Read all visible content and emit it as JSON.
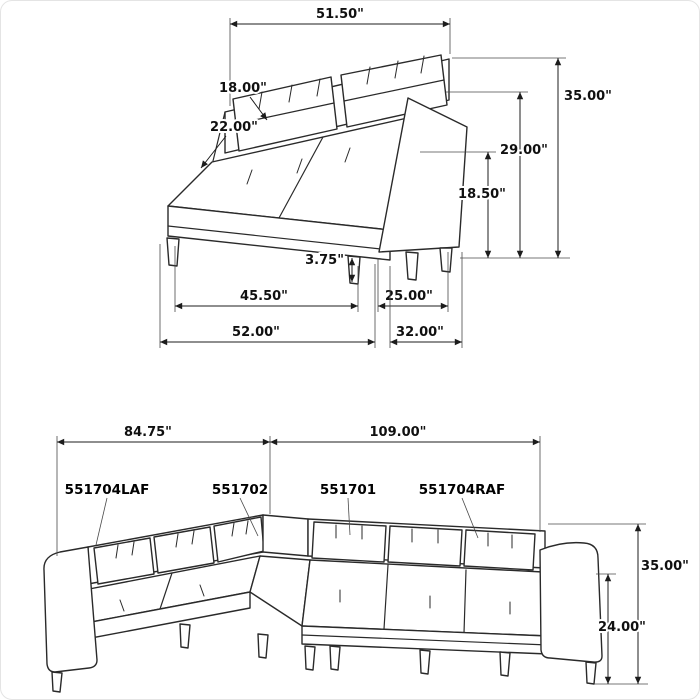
{
  "top_view": {
    "dims": {
      "back_width": "51.50\"",
      "back_cushion": "18.00\"",
      "seat_depth": "22.00\"",
      "overall_height": "35.00\"",
      "back_height": "29.00\"",
      "seat_height": "18.50\"",
      "leg_height": "3.75\"",
      "seat_width": "45.50\"",
      "arm_depth": "25.00\"",
      "overall_width": "52.00\"",
      "overall_depth": "32.00\""
    }
  },
  "bottom_view": {
    "dims": {
      "laf_width": "84.75\"",
      "raf_width": "109.00\"",
      "overall_height": "35.00\"",
      "arm_height": "24.00\""
    },
    "part_labels": {
      "laf": "551704LAF",
      "corner": "551702",
      "armless": "551701",
      "raf": "551704RAF"
    }
  }
}
